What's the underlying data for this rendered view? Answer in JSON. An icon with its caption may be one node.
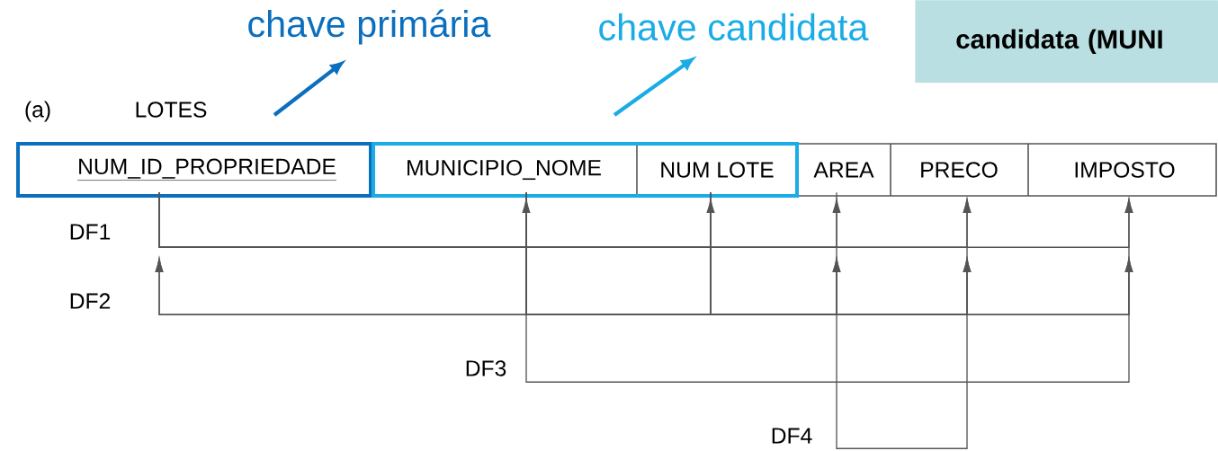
{
  "diagram": {
    "nodes": [
      {
        "text": [
          "chave primária"
        ]
      },
      {
        "text": [
          "chave candidata"
        ]
      },
      {
        "text": [
          "candidata (MUNI"
        ]
      },
      {
        "text": [],
        "shape": "box"
      },
      {
        "text": [
          "NUM_ID_PROPRIEDADE"
        ],
        "in": 3
      },
      {
        "text": [],
        "shape": "box"
      },
      {
        "text": [
          "MUNICIPIO_NOME"
        ],
        "in": 5
      },
      {
        "text": [
          "NUM LOTE"
        ],
        "in": 5
      },
      {
        "text": [
          "AREA"
        ]
      },
      {
        "text": [
          "PRECO"
        ]
      },
      {
        "text": [
          "IMPOSTO"
        ]
      }
    ],
    "edges": [
      {
        "from": 3,
        "to": 0,
        "arrow": "to",
        "style": "thick",
        "color": "#0b6fbe"
      },
      {
        "from": 5,
        "to": 1,
        "arrow": "to",
        "style": "thick",
        "color": "#19ace6"
      },
      {
        "from": 4,
        "to": 6,
        "arrow": "to"
      },
      {
        "from": 4,
        "to": 7,
        "arrow": "to"
      },
      {
        "from": 4,
        "to": 8,
        "arrow": "to"
      },
      {
        "from": 4,
        "to": 9,
        "arrow": "to"
      },
      {
        "from": 4,
        "to": 10,
        "arrow": "to"
      },
      {
        "from": 6,
        "to": 4,
        "arrow": "to"
      },
      {
        "from": 6,
        "to": 8,
        "arrow": "to"
      },
      {
        "from": 6,
        "to": 9,
        "arrow": "to"
      },
      {
        "from": 6,
        "to": 10,
        "arrow": "to"
      },
      {
        "from": 7,
        "to": 4,
        "arrow": "to"
      },
      {
        "from": 7,
        "to": 8,
        "arrow": "to"
      },
      {
        "from": 7,
        "to": 9,
        "arrow": "to"
      },
      {
        "from": 7,
        "to": 10,
        "arrow": "to"
      },
      {
        "from": 6,
        "to": 10,
        "arrow": "to"
      },
      {
        "from": 8,
        "to": 9,
        "arrow": "to"
      }
    ],
    "labels": [
      "(a)",
      "LOTES",
      "DF1",
      "DF2",
      "DF3",
      "DF4"
    ]
  }
}
